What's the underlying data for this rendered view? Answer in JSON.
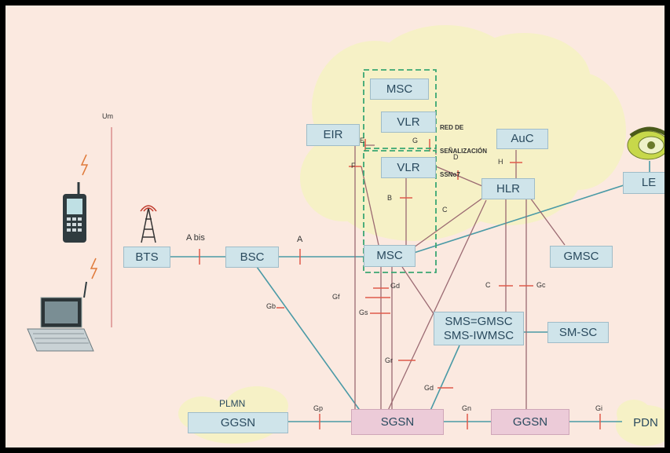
{
  "nodes": {
    "msc_top": "MSC",
    "vlr_top": "VLR",
    "eir": "EIR",
    "auc": "AuC",
    "vlr": "VLR",
    "hlr": "HLR",
    "le": "LE",
    "bts": "BTS",
    "bsc": "BSC",
    "msc": "MSC",
    "gmsc": "GMSC",
    "sms_gmsc": "SMS=GMSC",
    "sms_iwmsc": "SMS-IWMSC",
    "sm_sc": "SM-SC",
    "ggsn_left": "GGSN",
    "sgsn": "SGSN",
    "ggsn_right": "GGSN",
    "pdn": "PDN"
  },
  "labels": {
    "um": "Um",
    "abis": "A bis",
    "a": "A",
    "e": "E",
    "g": "G",
    "d": "D",
    "h": "H",
    "f": "F",
    "b": "B",
    "c_upper": "C",
    "gd_top": "Gd",
    "gf": "Gf",
    "gs": "Gs",
    "gb": "Gb",
    "c_lower": "C",
    "gc": "Gc",
    "gr": "Gr",
    "gd_bottom": "Gd",
    "gp": "Gp",
    "gn": "Gn",
    "gi": "Gi",
    "plmn": "PLMN"
  },
  "cloud_text": {
    "line1": "RED DE",
    "line2": "SEÑALIZACIÓN",
    "line3": "SSNo7"
  },
  "colors": {
    "background": "#fbe9e0",
    "cloud": "#f6f1c6",
    "node": "#cfe4ea",
    "node_pink": "#eccbd8",
    "line_teal": "#4a9aa6",
    "line_maroon": "#9b6a72",
    "tick_red": "#e05a4a",
    "dash_green": "#3aa673"
  }
}
